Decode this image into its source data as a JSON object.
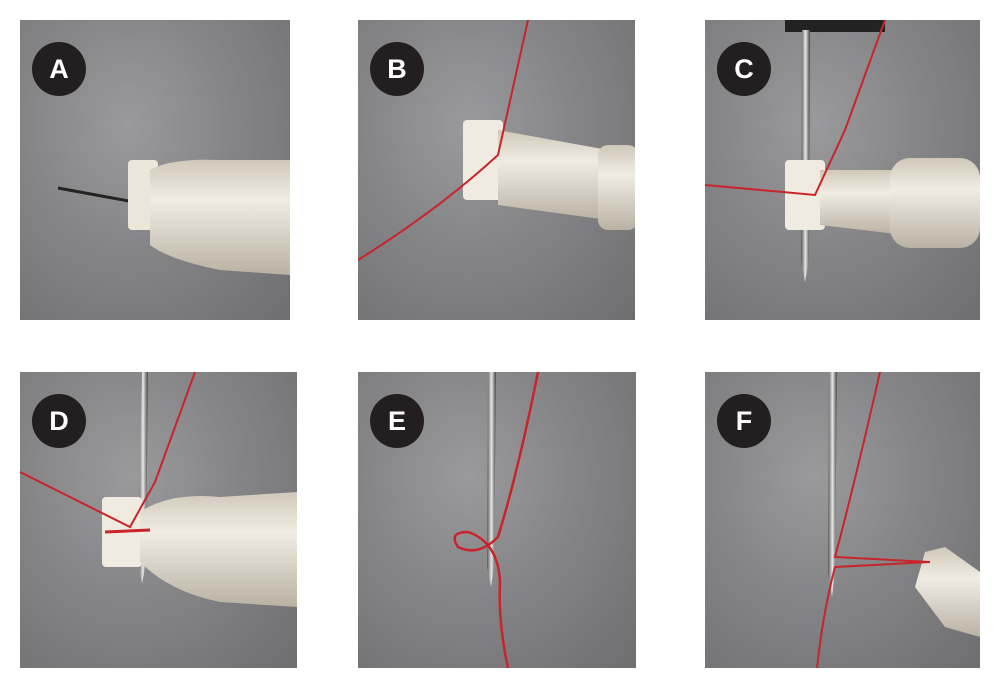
{
  "panels": [
    {
      "label": "A"
    },
    {
      "label": "B"
    },
    {
      "label": "C"
    },
    {
      "label": "D"
    },
    {
      "label": "E"
    },
    {
      "label": "F"
    }
  ],
  "colors": {
    "thread": "#c8242a",
    "tool": "#e6e0d4",
    "background": "#838385",
    "badge": "#231f20"
  }
}
